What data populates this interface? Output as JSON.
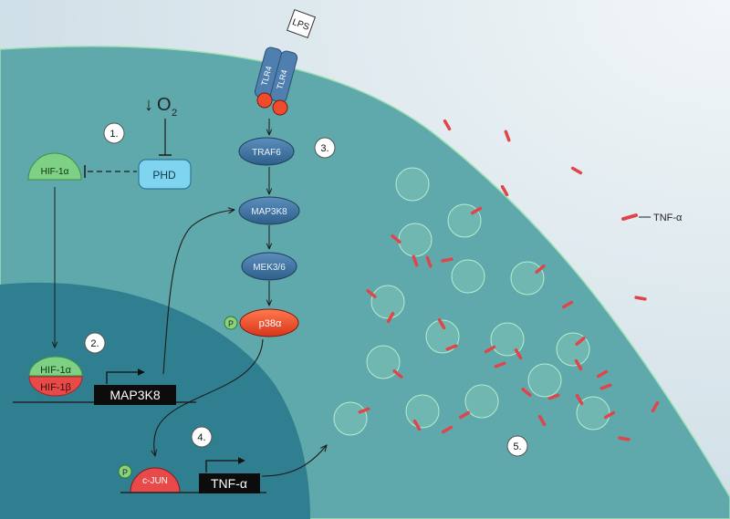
{
  "labels": {
    "o2_arrow": "↓",
    "o2": "O",
    "o2_sub": "2",
    "phd": "PHD",
    "hif1a": "HIF-1α",
    "hif1a_nuc": "HIF-1α",
    "hif1b": "HIF-1β",
    "lps": "LPS",
    "tlr4_a": "TLR4",
    "tlr4_b": "TLR4",
    "traf6": "TRAF6",
    "map3k8": "MAP3K8",
    "mek": "MEK3/6",
    "p38": "p38α",
    "p": "P",
    "cjun": "c-JUN",
    "p_cjun": "P",
    "gene_map3k8": "MAP3K8",
    "gene_tnf": "TNF-α",
    "tnf_legend": "TNF-α"
  },
  "steps": [
    "1.",
    "2.",
    "3.",
    "4.",
    "5."
  ],
  "colors": {
    "background": "#dfe8ee",
    "cytoplasm": "#5fa9ac",
    "nucleus": "#2f7f90",
    "membrane": "#8fd0a6",
    "tnf": "#e0454a",
    "protein": "#3d6f9e",
    "p38": "#e8452b",
    "phd": "#7fd4f0",
    "hif_green": "#7ed084",
    "hif_red": "#e84a4a",
    "receptor_dot": "#ee4c2c"
  },
  "icons": [
    "arrow-icon",
    "inhibition-icon",
    "phosphate-icon",
    "vesicle-icon",
    "tnf-molecule-icon"
  ]
}
